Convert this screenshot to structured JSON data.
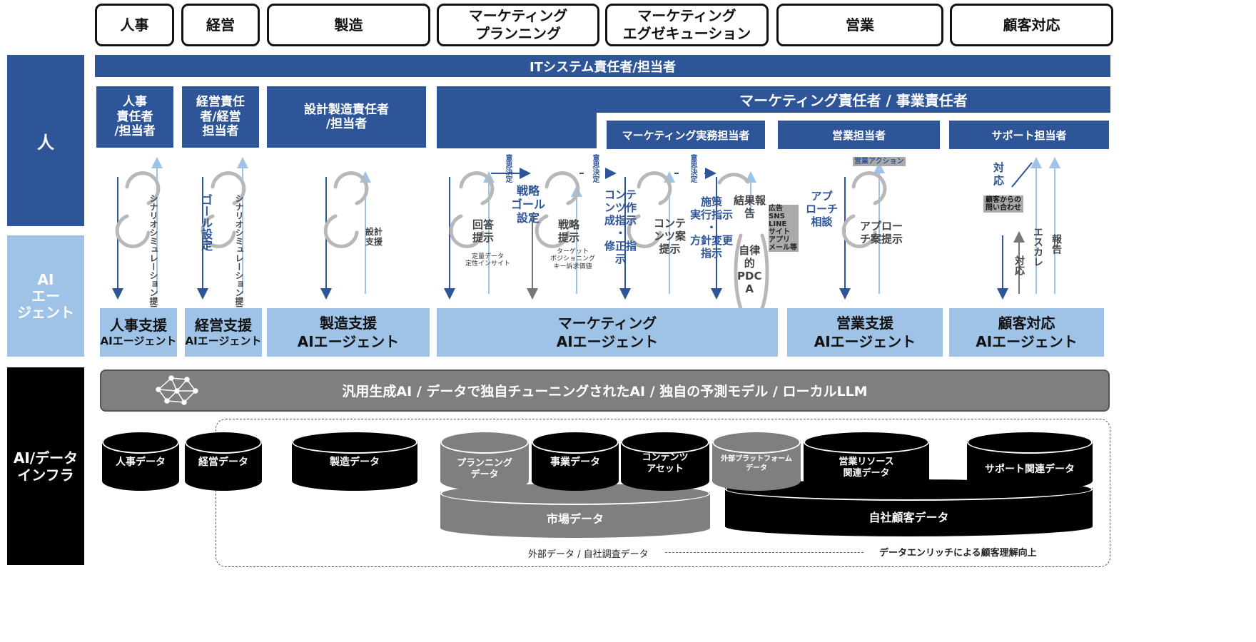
{
  "departments": [
    {
      "id": "hr",
      "label": "人事"
    },
    {
      "id": "mgmt",
      "label": "経営"
    },
    {
      "id": "mfg",
      "label": "製造"
    },
    {
      "id": "mkt_plan",
      "label": "マーケティング\nプランニング"
    },
    {
      "id": "mkt_exec",
      "label": "マーケティング\nエグゼキューション"
    },
    {
      "id": "sales",
      "label": "営業"
    },
    {
      "id": "support",
      "label": "顧客対応"
    }
  ],
  "sidebar": {
    "people": "人",
    "ai_agent": "AI\nエー\nジェント",
    "infra": "AI/データ\nインフラ"
  },
  "it_bar": "ITシステム責任者/担当者",
  "roles": {
    "hr": "人事\n責任者\n/担当者",
    "mgmt": "経営責任\n者/経営\n担当者",
    "mfg": "設計製造責任者\n/担当者",
    "marketing": "マーケティング責任者 / 事業責任者",
    "mkt_staff": "マーケティング実務担当者",
    "sales": "営業担当者",
    "support": "サポート担当者"
  },
  "flow": {
    "hr_scenario": "シナリオシミュレーション提示",
    "mgmt_goal": "ゴール設定",
    "mgmt_scenario": "シナリオシミュレーション提示",
    "mfg_support": "設計\n支援",
    "decision_1": "意思決定",
    "decision_2": "意思決定",
    "decision_3": "意思決定",
    "answer": "回答\n提示",
    "answer_note": "定量データ\n定性インサイト",
    "strategy_goal": "戦略\nゴール\n設定",
    "strategy_present": "戦略\n提示",
    "strategy_note": "ターゲット\nポジショニング\nキー訴求価値",
    "content_instruct": "コンテ\nンツ作\n成指示\n・\n修正指\n示",
    "content_present": "コンテ\nンツ案\n提示",
    "measure": "施策\n実行指示\n・\n方針変更\n指示",
    "result": "結果報\n告",
    "pdca": "自律\n的\nPDC\nA",
    "channels": "広告\nSNS\nLINE\nサイト\nアプリ\nメール等",
    "approach": "アプ\nローチ\n相談",
    "approach_present": "アプロー\nチ案提示",
    "sales_action": "営業アクション",
    "respond_top": "対\n応",
    "inquiry": "顧客からの\n問い合わせ",
    "respond": "対応",
    "escalate": "エスカレ",
    "report": "報告"
  },
  "agents": [
    {
      "main": "人事支援",
      "sub": "AIエージェント"
    },
    {
      "main": "経営支援",
      "sub": "AIエージェント"
    },
    {
      "main": "製造支援",
      "sub": "AIエージェント"
    },
    {
      "main": "マーケティング",
      "sub": "AIエージェント"
    },
    {
      "main": "営業支援",
      "sub": "AIエージェント"
    },
    {
      "main": "顧客対応",
      "sub": "AIエージェント"
    }
  ],
  "ai_bar": "汎用生成AI / データで独自チューニングされたAI / 独自の予測モデル / ローカルLLM",
  "data": {
    "hr": "人事データ",
    "mgmt": "経営データ",
    "mfg": "製造データ",
    "planning": "プランニング\nデータ",
    "business": "事業データ",
    "content": "コンテンツ\nアセット",
    "external_platform": "外部プラットフォーム\nデータ",
    "sales_resource": "営業リソース\n関連データ",
    "support": "サポート関連データ",
    "market": "市場データ",
    "customer": "自社顧客データ"
  },
  "footer": {
    "external": "外部データ / 自社調査データ",
    "enrich": "データエンリッチによる顧客理解向上"
  },
  "colors": {
    "navy": "#2e5597",
    "light_blue": "#9fc3e7",
    "gray": "#7f7f7f",
    "black": "#000000"
  }
}
